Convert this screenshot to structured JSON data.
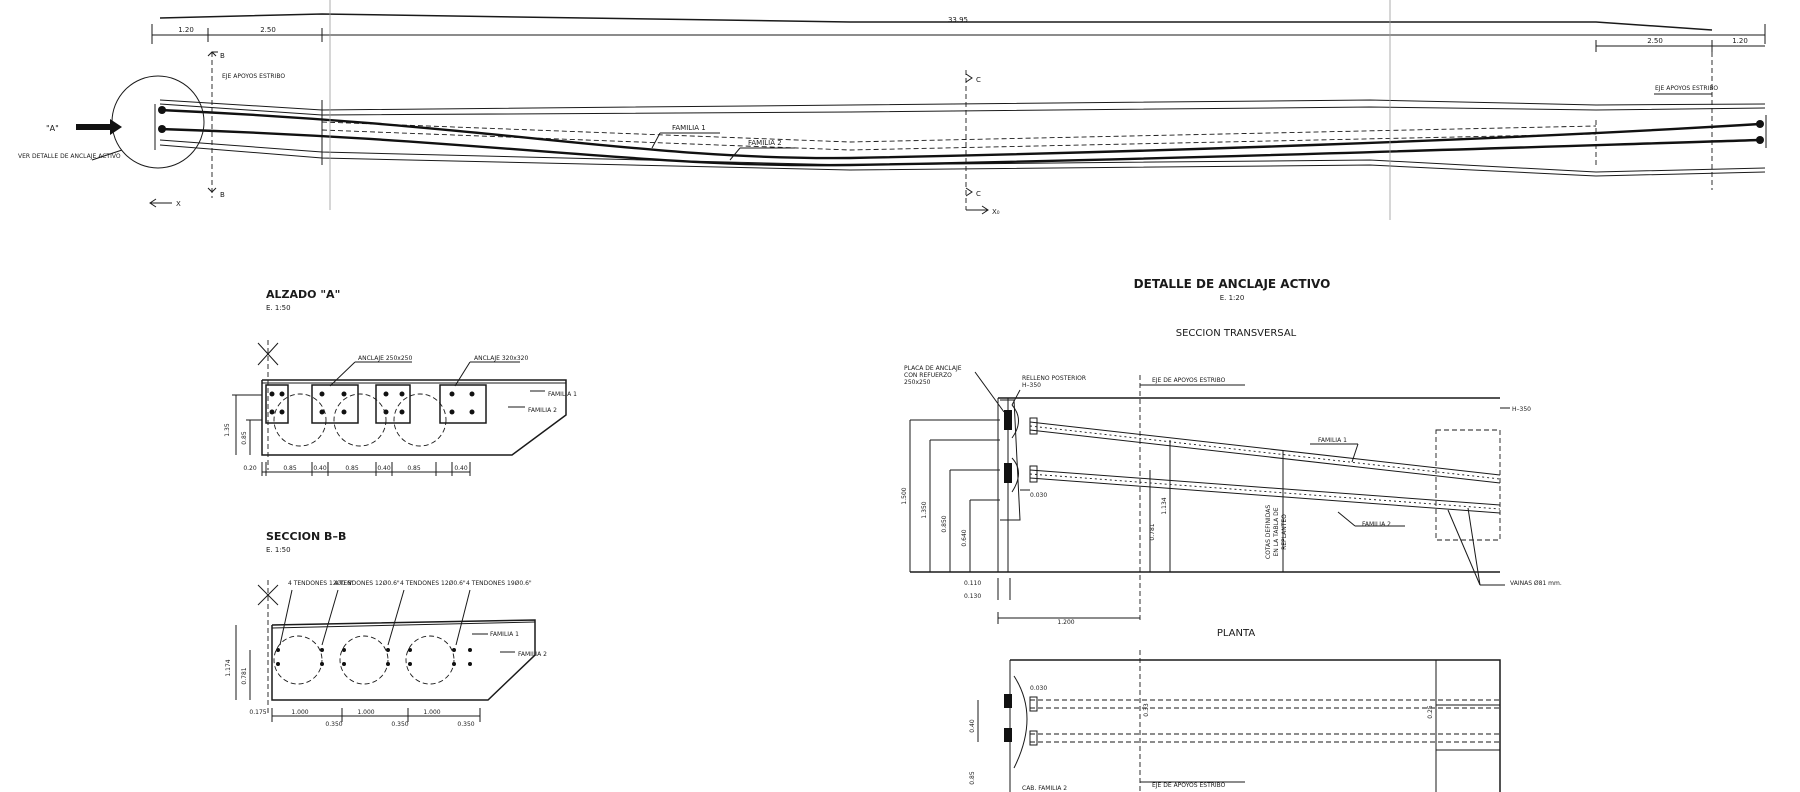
{
  "elevation": {
    "dim_total": "33.95",
    "dim_left_1": "1.20",
    "dim_left_2": "2.50",
    "dim_right_1": "2.50",
    "dim_right_2": "1.20",
    "axis_left": "EJE APOYOS ESTRIBO",
    "axis_right": "EJE APOYOS ESTRIBO",
    "label_view": "\"A\"",
    "label_detail": "VER DETALLE DE ANCLAJE ACTIVO",
    "family_1": "FAMILIA 1",
    "family_2": "FAMILIA 2",
    "section_b": "B",
    "section_c": "C",
    "axis_x": "X",
    "axis_x0": "X₀"
  },
  "alzado": {
    "title": "ALZADO \"A\"",
    "scale": "E. 1:50",
    "anchor_small": "ANCLAJE 250x250",
    "anchor_large": "ANCLAJE 320x320",
    "family_1": "FAMILIA 1",
    "family_2": "FAMILIA 2",
    "dim_height_total": "1.35",
    "dim_height_part": "0.85",
    "dims_bottom": [
      "0.20",
      "0.85",
      "0.40",
      "0.85",
      "0.40",
      "0.85",
      "0.40"
    ]
  },
  "seccion_bb": {
    "title": "SECCION B–B",
    "scale": "E. 1:50",
    "tendons": [
      "4 TENDONES 12Ø0.6\"",
      "4 TENDONES 12Ø0.6\"",
      "4 TENDONES 12Ø0.6\"",
      "4 TENDONES 19Ø0.6\""
    ],
    "family_1": "FAMILIA 1",
    "family_2": "FAMILIA 2",
    "dim_height_total": "1.174",
    "dim_height_part": "0.781",
    "dims_bottom_top": [
      "0.175",
      "1.000",
      "1.000",
      "1.000"
    ],
    "dims_bottom_lower": [
      "0.350",
      "0.350",
      "0.350"
    ]
  },
  "detalle": {
    "title": "DETALLE DE ANCLAJE ACTIVO",
    "scale": "E. 1:20",
    "section_title": "SECCION TRANSVERSAL",
    "plate_label_1": "PLACA DE ANCLAJE",
    "plate_label_2": "CON REFUERZO",
    "plate_label_3": "250x250",
    "relleno_1": "RELLENO POSTERIOR",
    "relleno_2": "H–350",
    "axis_label": "EJE DE APOYOS ESTRIBO",
    "concrete": "H–350",
    "family_1": "FAMILIA 1",
    "family_2": "FAMILIA 2",
    "vainas": "VAINAS Ø81 mm.",
    "cotas_1": "COTAS DEFINIDAS",
    "cotas_2": "EN LA TABLA DE",
    "cotas_3": "REPLANTEO",
    "dim_v": [
      "1.500",
      "1.350",
      "0.850",
      "0.640"
    ],
    "dim_030": "0.030",
    "dim_134": "1.134",
    "dim_781": "0.781",
    "dim_110": "0.110",
    "dim_130": "0.130",
    "dim_1200": "1.200"
  },
  "planta": {
    "title": "PLANTA",
    "dim_030": "0.030",
    "dim_040": "0.40",
    "dim_085": "0.85",
    "dim_033": "0.33",
    "dim_025": "0.25",
    "family_label": "CAB. FAMILIA 2",
    "axis_label": "EJE DE APOYOS ESTRIBO"
  }
}
